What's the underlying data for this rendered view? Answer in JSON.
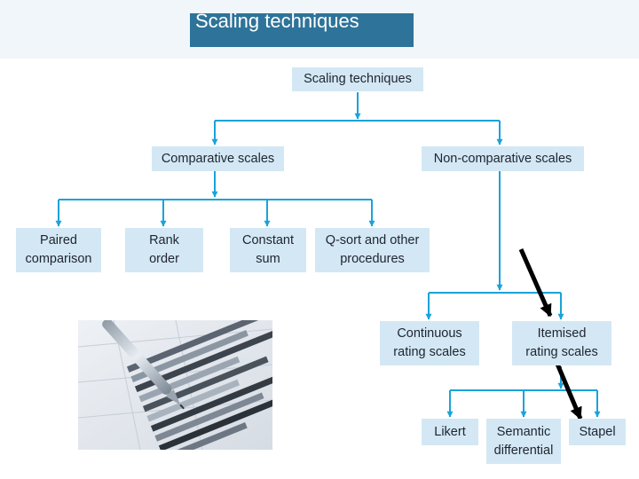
{
  "slide": {
    "title": "Scaling techniques"
  },
  "diagram": {
    "root": "Scaling techniques",
    "comparative": "Comparative scales",
    "non_comparative": "Non-comparative scales",
    "paired": "Paired comparison",
    "rank": "Rank order",
    "constant": "Constant sum",
    "qsort": "Q-sort and other procedures",
    "continuous": "Continuous rating scales",
    "itemised": "Itemised rating scales",
    "likert": "Likert",
    "semantic": "Semantic differential",
    "stapel": "Stapel"
  },
  "colors": {
    "title_bg": "#2e7399",
    "node_bg": "#d3e8f4",
    "connector": "#1aa3d9",
    "annotation_arrow": "#000000"
  },
  "icons": {
    "photo": "pen-on-bar-chart-photo"
  }
}
